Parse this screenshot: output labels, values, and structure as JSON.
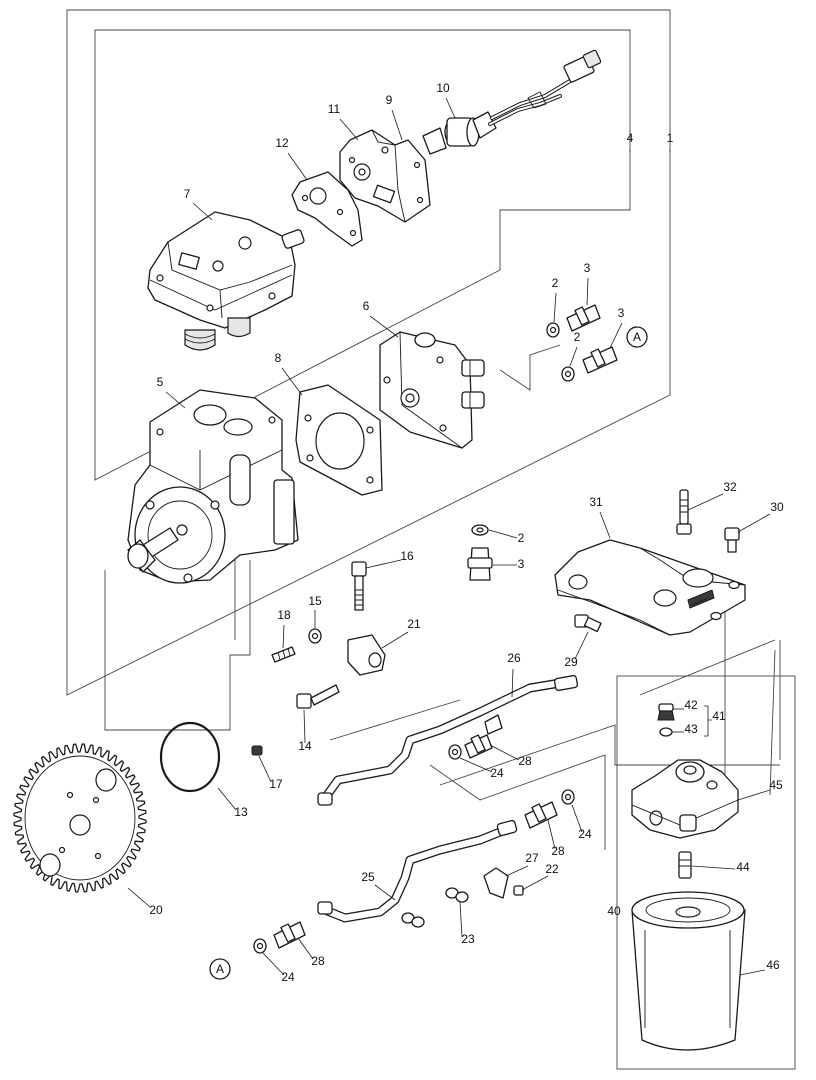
{
  "callouts": {
    "c1": "1",
    "c2a": "2",
    "c2b": "2",
    "c2c": "2",
    "c3a": "3",
    "c3b": "3",
    "c3c": "3",
    "c4": "4",
    "c5": "5",
    "c6": "6",
    "c7": "7",
    "c8": "8",
    "c9": "9",
    "c10": "10",
    "c11": "11",
    "c12": "12",
    "c13": "13",
    "c14": "14",
    "c15": "15",
    "c16": "16",
    "c17": "17",
    "c18": "18",
    "c20": "20",
    "c21": "21",
    "c22": "22",
    "c23": "23",
    "c24a": "24",
    "c24b": "24",
    "c24c": "24",
    "c25": "25",
    "c26": "26",
    "c27": "27",
    "c28a": "28",
    "c28b": "28",
    "c28c": "28",
    "c29": "29",
    "c30": "30",
    "c31": "31",
    "c32": "32",
    "c40": "40",
    "c41": "41",
    "c42": "42",
    "c43": "43",
    "c44": "44",
    "c45": "45",
    "c46": "46"
  },
  "connectors": {
    "a_top": "A",
    "a_bottom": "A"
  }
}
